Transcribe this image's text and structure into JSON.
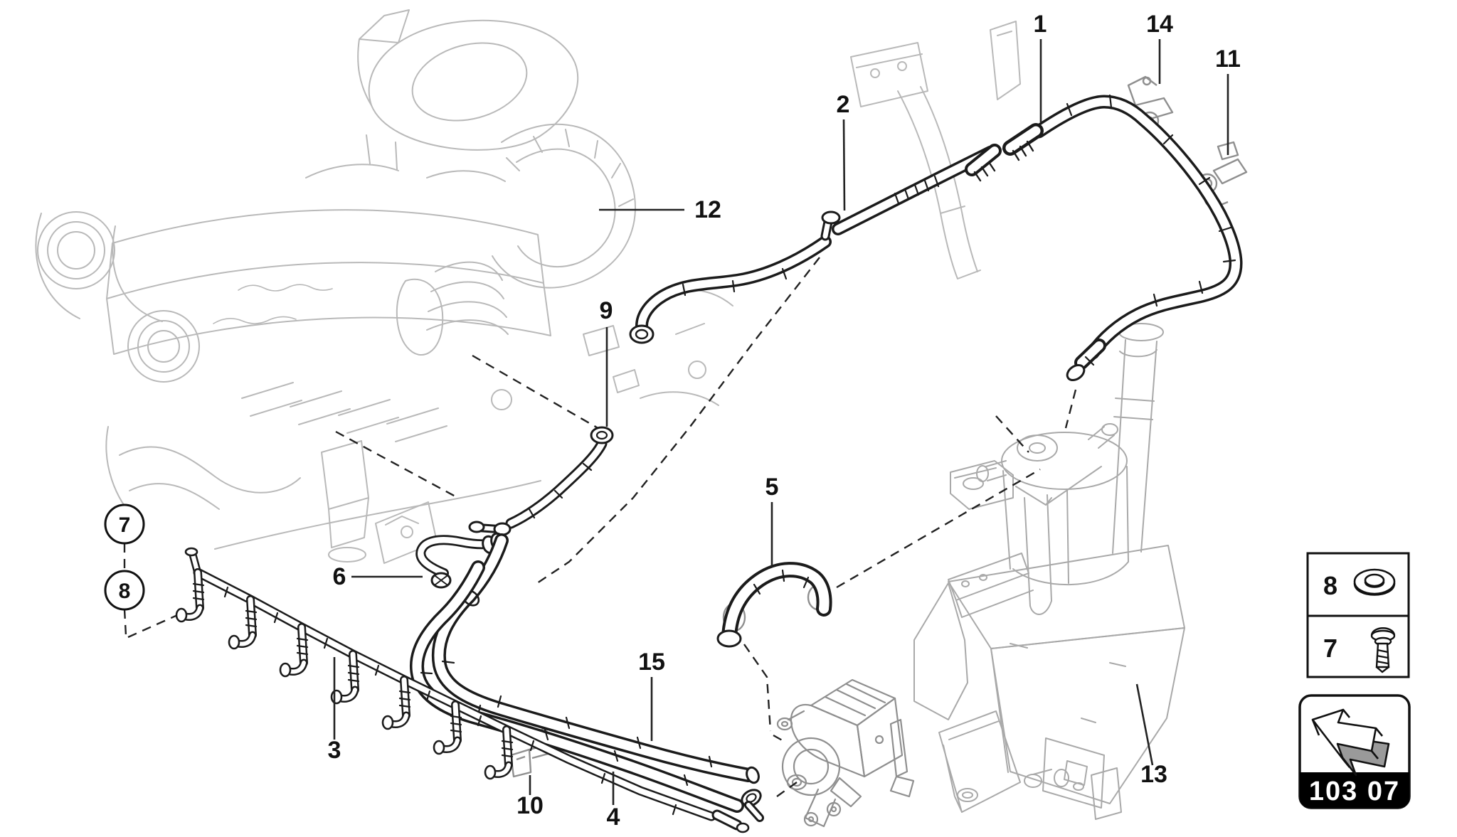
{
  "diagram": {
    "section_code": "103 07",
    "callouts": {
      "c1": "1",
      "c2": "2",
      "c3": "3",
      "c4": "4",
      "c5": "5",
      "c6": "6",
      "c9": "9",
      "c10": "10",
      "c11": "11",
      "c12": "12",
      "c13": "13",
      "c14": "14",
      "c15": "15"
    },
    "circled_callouts": {
      "c7": "7",
      "c8": "8"
    },
    "legend": {
      "top_label": "8",
      "bottom_label": "7"
    },
    "icons": {
      "legend_top": "washer-icon",
      "legend_bottom": "screw-icon",
      "nav_box": "back-arrow-icon"
    },
    "colors": {
      "background": "#ffffff",
      "line_dark": "#1b1b1b",
      "line_mid": "#8f8f8f",
      "line_light": "#b5b5b5",
      "code_bg": "#000000",
      "code_text": "#ffffff"
    }
  }
}
